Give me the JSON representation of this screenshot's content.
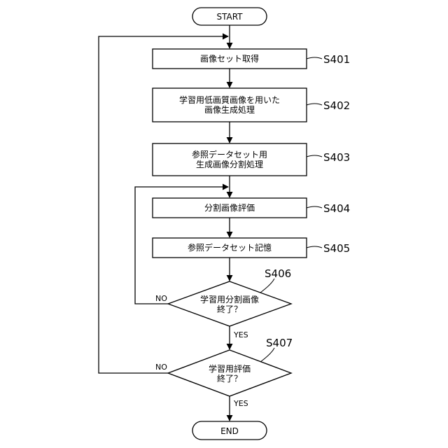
{
  "start": "START",
  "end": "END",
  "steps": [
    {
      "id": "S401",
      "lines": [
        "画像セット取得"
      ]
    },
    {
      "id": "S402",
      "lines": [
        "学習用低画質画像を用いた",
        "画像生成処理"
      ]
    },
    {
      "id": "S403",
      "lines": [
        "参照データセット用",
        "生成画像分割処理"
      ]
    },
    {
      "id": "S404",
      "lines": [
        "分割画像評価"
      ]
    },
    {
      "id": "S405",
      "lines": [
        "参照データセット記憶"
      ]
    }
  ],
  "decisions": [
    {
      "id": "S406",
      "lines": [
        "学習用分割画像",
        "終了？"
      ],
      "no": "NO",
      "yes": "YES"
    },
    {
      "id": "S407",
      "lines": [
        "学習用評価",
        "終了？"
      ],
      "no": "NO",
      "yes": "YES"
    }
  ]
}
